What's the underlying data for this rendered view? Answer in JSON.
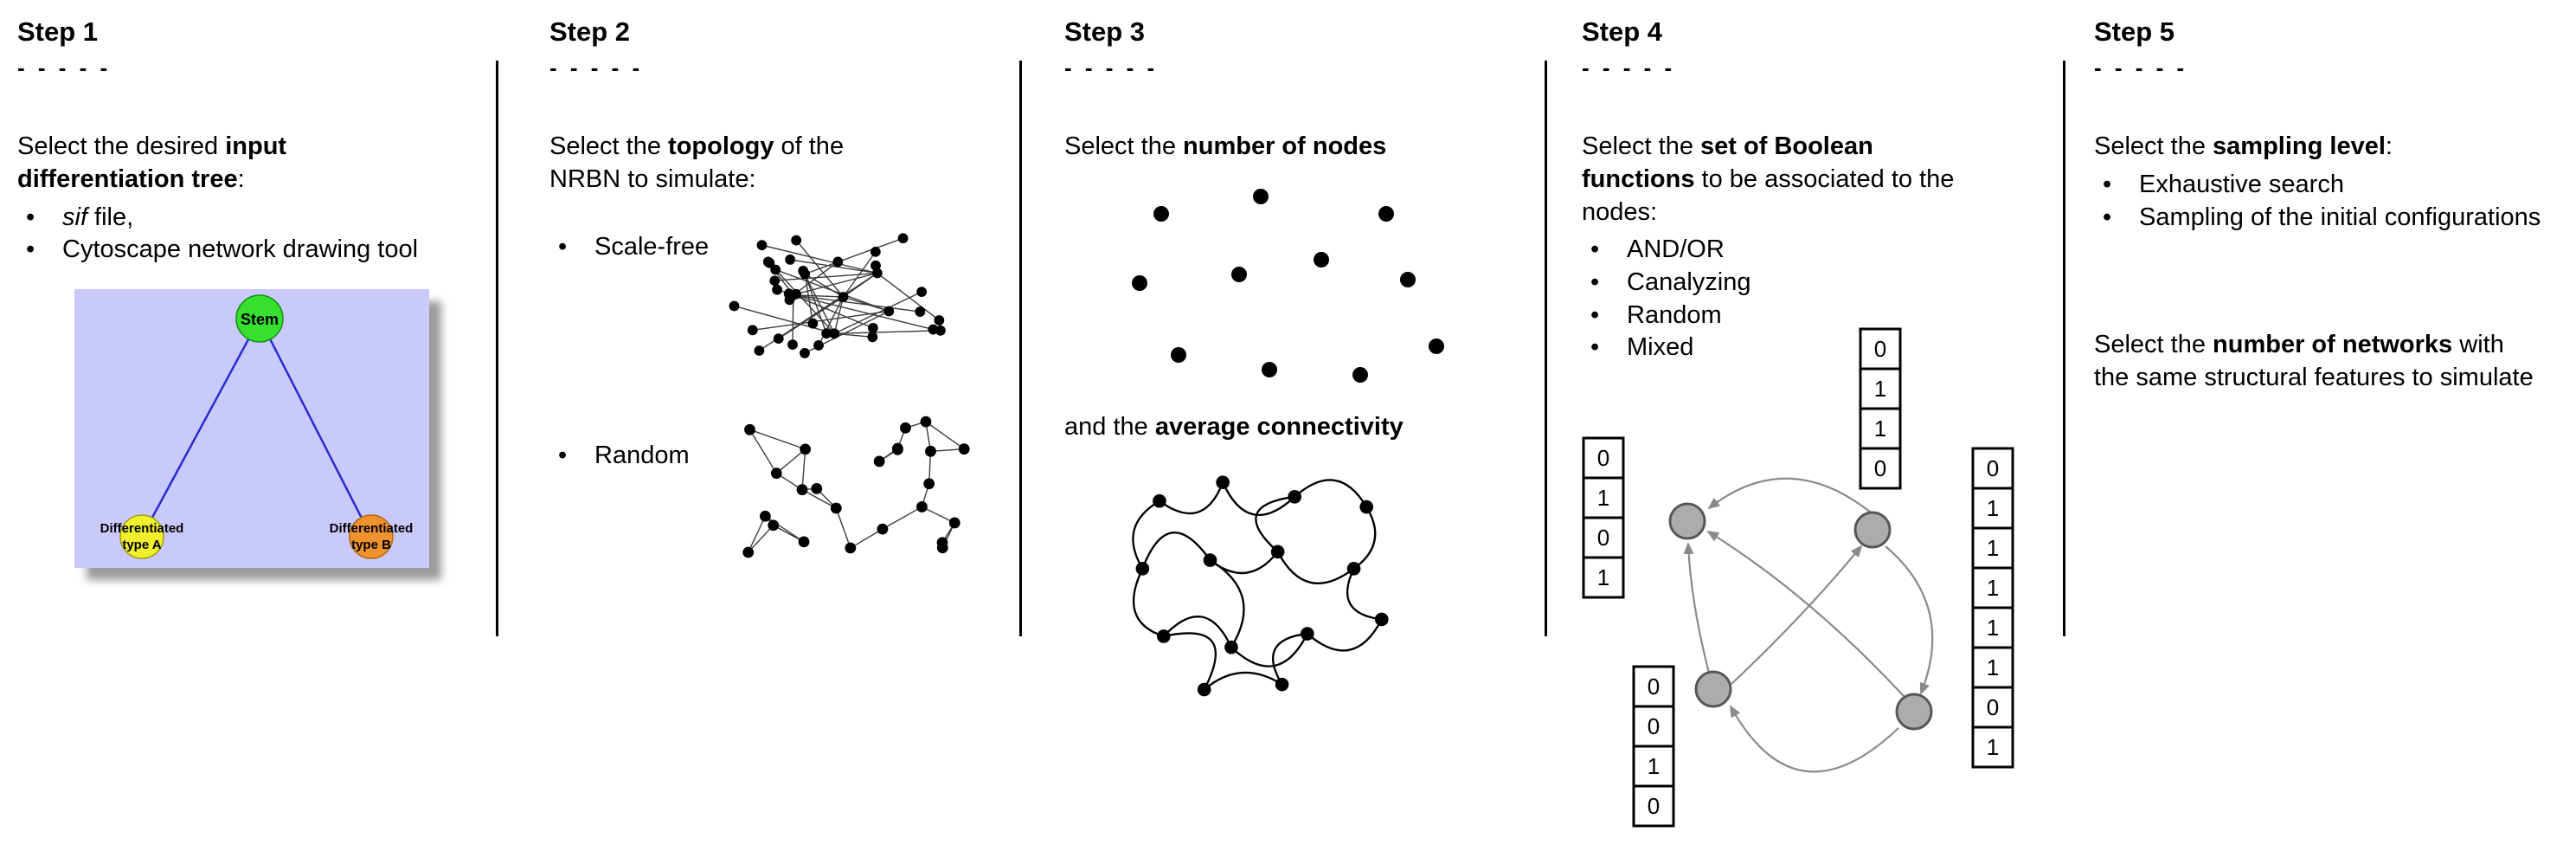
{
  "figure": {
    "background": "#ffffff",
    "divider_color": "#000000"
  },
  "steps": [
    {
      "title": "Step 1",
      "dashes": "- - - - -",
      "intro": {
        "pre": "Select the desired ",
        "bold": "input differentiation tree",
        "post": ":"
      },
      "bullets": [
        {
          "italic": "sif",
          "post": " file,"
        },
        {
          "text": "Cytoscape network drawing tool"
        }
      ],
      "tree": {
        "background": "#c9c9fb",
        "edge_color": "#2a2ad0",
        "stem": {
          "label": "Stem",
          "color": "#35e02e"
        },
        "node_a": {
          "line1": "Differentiated",
          "line2": "type A",
          "color": "#f0f02c"
        },
        "node_b": {
          "line1": "Differentiated",
          "line2": "type B",
          "color": "#f0922e"
        }
      }
    },
    {
      "title": "Step 2",
      "dashes": "- - - - -",
      "intro": {
        "pre": "Select the ",
        "bold": "topology",
        "post": " of the NRBN to simulate:"
      },
      "bullets": [
        {
          "text": "Scale-free"
        },
        {
          "text": "Random"
        }
      ]
    },
    {
      "title": "Step 3",
      "dashes": "- - - - -",
      "text1": {
        "pre": "Select the ",
        "bold": "number of nodes",
        "post": ""
      },
      "text2": {
        "pre": "and the ",
        "bold": "average connectivity",
        "post": ""
      }
    },
    {
      "title": "Step 4",
      "dashes": "- - - - -",
      "intro": {
        "pre": "Select the ",
        "bold": "set of Boolean functions",
        "post": " to be associated to the nodes:"
      },
      "bullets": [
        {
          "text": "AND/OR"
        },
        {
          "text": "Canalyzing"
        },
        {
          "text": "Random"
        },
        {
          "text": "Mixed"
        }
      ],
      "tables": {
        "left": [
          "0",
          "1",
          "0",
          "1"
        ],
        "top": [
          "0",
          "1",
          "1",
          "0"
        ],
        "bottom_left": [
          "0",
          "0",
          "1",
          "0"
        ],
        "right": [
          "0",
          "1",
          "1",
          "1",
          "1",
          "1",
          "0",
          "1"
        ]
      }
    },
    {
      "title": "Step 5",
      "dashes": "- - - - -",
      "text1": {
        "pre": "Select the ",
        "bold": "sampling level",
        "post": ":"
      },
      "bullets": [
        {
          "text": "Exhaustive search"
        },
        {
          "text": "Sampling of the initial configurations"
        }
      ],
      "text2": {
        "pre": "Select the ",
        "bold": "number of networks",
        "post": " with the same structural features to simulate"
      }
    }
  ]
}
